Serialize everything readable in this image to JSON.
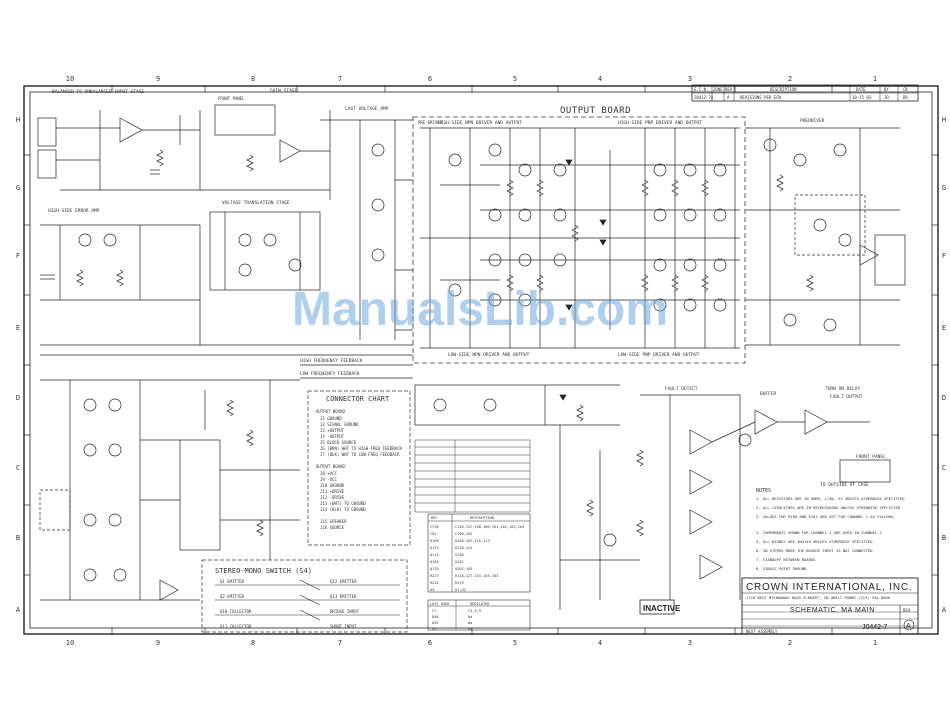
{
  "sheet": {
    "columns": [
      "10",
      "9",
      "8",
      "7",
      "6",
      "5",
      "4",
      "3",
      "2",
      "1"
    ],
    "rows": [
      "H",
      "G",
      "F",
      "E",
      "D",
      "C",
      "B",
      "A"
    ]
  },
  "section_titles": {
    "output_board": "OUTPUT BOARD",
    "connector_chart": "CONNECTOR CHART",
    "stereo_mono_switch": "STEREO-MONO SWITCH (S4)",
    "high_side_npn": "HIGH-SIDE NPN DRIVER AND OUTPUT",
    "low_side_npn": "LOW-SIDE NPN DRIVER AND OUTPUT",
    "high_side_pnp": "HIGH-SIDE PNP DRIVER AND OUTPUT",
    "low_side_pnp": "LOW-SIDE PNP DRIVER AND OUTPUT",
    "pre_driver": "PRE-DRIVER",
    "balanced_to_unbalanced": "BALANCED TO UNBALANCED INPUT STAGE",
    "gain_stage": "GAIN STAGE",
    "front_panel": "FRONT PANEL",
    "last_voltage_amp": "LAST VOLTAGE AMP",
    "voltage_translation": "VOLTAGE TRANSLATION STAGE",
    "high_side_error_amp": "HIGH-SIDE ERROR AMP",
    "predriver_right": "PREDRIVER",
    "high_frequency_feedback": "HIGH FREQUENCY FEEDBACK",
    "low_frequency_feedback": "LOW FREQUENCY FEEDBACK",
    "fault_detect": "FAULT DETECT",
    "buffer": "BUFFER",
    "turn_on_delay": "TURN ON DELAY",
    "fault_output": "FAULT OUTPUT",
    "front_panel_right": "FRONT PANEL",
    "to_outside_of_case": "TO OUTSIDE OF CASE",
    "notes": "NOTES"
  },
  "watermark": "ManualsLib.com",
  "title_block": {
    "company": "CROWN INTERNATIONAL, INC.",
    "address": "1718 WEST MISHAWAKA ROAD     ELKHART, IN 46517     PHONE (219) 294-8000",
    "title": "SCHEMATIC, MA MAIN",
    "doc_number": "J0442-7",
    "rev_label": "REV",
    "rev": "A",
    "inactive": "INACTIVE",
    "next_assembly": "NEXT ASSEMBLY"
  },
  "revision_block": {
    "headers": [
      "E.C.N.",
      "ZONE",
      "REV",
      "DESCRIPTION",
      "DATE",
      "BY",
      "CK"
    ],
    "row": [
      "J0412-7A",
      "",
      "A",
      "REVISIONS PER ECN",
      "10-15-93",
      "JR",
      "DR"
    ]
  },
  "last_used": {
    "header": [
      "LAST USED",
      "DEDICATED"
    ],
    "rows": [
      [
        "C7",
        "C3,5,9"
      ],
      [
        "D48",
        "8a"
      ],
      [
        "Q26",
        "8a"
      ],
      [
        "U5",
        "8a"
      ]
    ]
  },
  "connector_lines": [
    "OUTPUT BOARD",
    "J1 GROUND",
    "J2 SIGNAL GROUND",
    "J3 +OUTPUT",
    "J4 -OUTPUT",
    "J5 BLOCK SOURCE",
    "J6 (BRN) WHT TO HIGH FREQ FEEDBACK",
    "J7 (BLK) WHT TO LOW FREQ FEEDBACK",
    "OUTPUT BOARD",
    "J8 +VCC",
    "J9 -VCC",
    "J10 GROUND",
    "J11 +DRIVE",
    "J12 -DRIVE",
    "J13 (WHT) TO GROUND",
    "J14 (BLK) TO GROUND",
    "J15 SPEAKER",
    "J16 SOURCE"
  ],
  "notes_lines": [
    "1. ALL RESISTORS ARE IN OHMS, 1/4W, 5% UNLESS OTHERWISE SPECIFIED",
    "2. ALL CAPACITORS ARE IN MICROFARADS UNLESS OTHERWISE SPECIFIED",
    "3. VALUES FOR R100 AND R101 ARE SET FOR CHANNEL 1 AS FOLLOWS:",
    "4. COMPONENTS SHOWN FOR CHANNEL 1 ARE USED IN CHANNEL 2",
    "5. ALL DIODES ARE 1N4148 UNLESS OTHERWISE SPECIFIED",
    "6. IN STEREO MODE THE BRIDGE INPUT IS NOT CONNECTED",
    "7. STANDOFF BETWEEN BOARDS",
    "8. SINGLE POINT GROUND"
  ],
  "part_list_header": [
    "REF",
    "DESCRIPTION"
  ],
  "part_list": [
    [
      "C726",
      "C150,157,158,160,161,162,163,164"
    ],
    [
      "C82",
      "C100,101"
    ],
    [
      "D109",
      "D100-107,110-113"
    ],
    [
      "D112",
      "D120-124"
    ],
    [
      "Q114",
      "Q100"
    ],
    [
      "Q165",
      "Q101"
    ],
    [
      "Q170",
      "Q102,103"
    ],
    [
      "R223",
      "R118,127,133,155,163"
    ],
    [
      "R224",
      "R119"
    ],
    [
      "U5",
      "U1,U2"
    ]
  ],
  "switch_lines": [
    "Q1 EMITTER",
    "Q2 EMITTER",
    "Q10 COLLECTOR",
    "Q11 COLLECTOR",
    "Q12 EMITTER",
    "Q13 EMITTER",
    "BRIDGE INPUT",
    "SHUNT INPUT"
  ]
}
